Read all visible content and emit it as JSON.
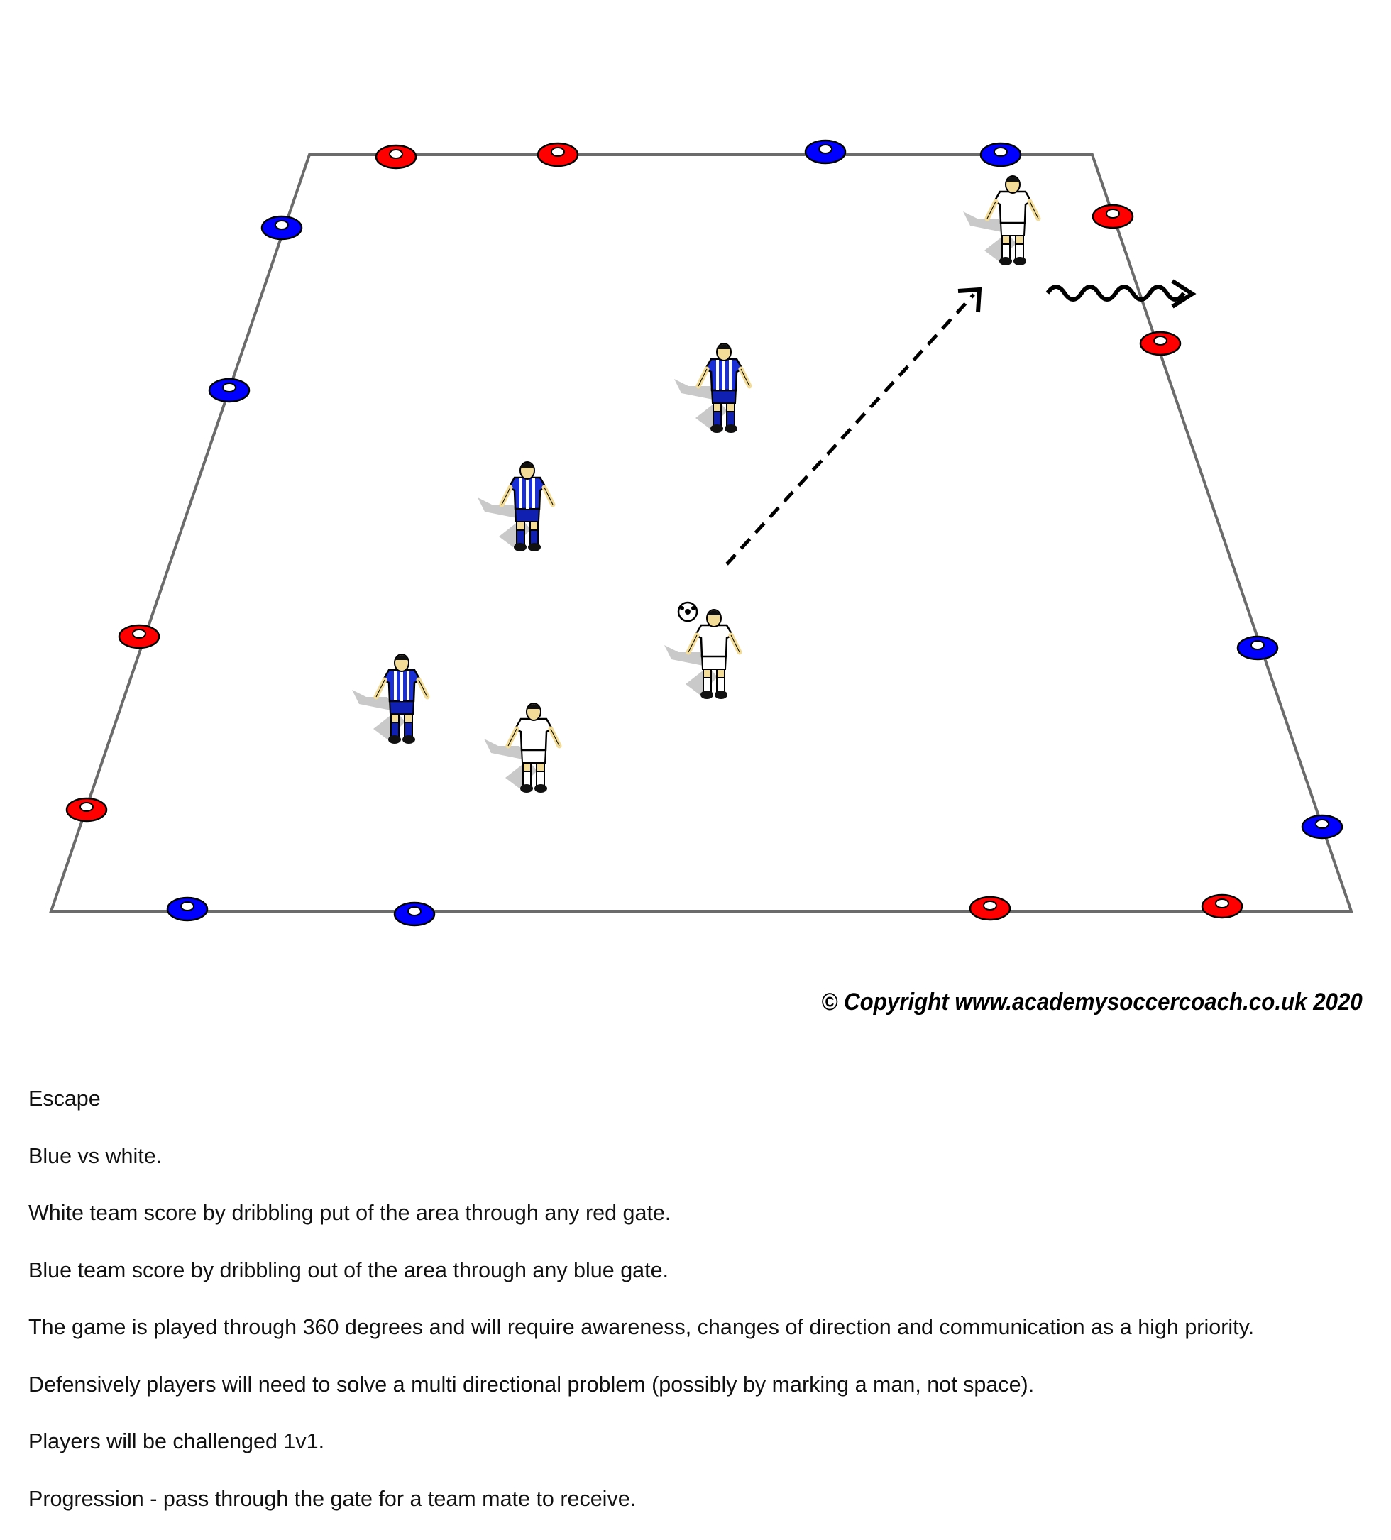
{
  "diagram": {
    "colors": {
      "field_line": "#6b6b6b",
      "red_cone": "#ff0000",
      "blue_cone": "#0000ff",
      "white_team": "#ffffff",
      "blue_team": "#1a2fd6"
    },
    "cones": [
      {
        "color": "red"
      },
      {
        "color": "red"
      },
      {
        "color": "blue"
      },
      {
        "color": "blue"
      },
      {
        "color": "red"
      },
      {
        "color": "red"
      },
      {
        "color": "blue"
      },
      {
        "color": "blue"
      },
      {
        "color": "red"
      },
      {
        "color": "red"
      },
      {
        "color": "blue"
      },
      {
        "color": "blue"
      },
      {
        "color": "red"
      },
      {
        "color": "red"
      },
      {
        "color": "blue"
      },
      {
        "color": "blue"
      }
    ],
    "players": [
      {
        "team": "blue"
      },
      {
        "team": "blue"
      },
      {
        "team": "blue"
      },
      {
        "team": "white"
      },
      {
        "team": "white"
      },
      {
        "team": "white",
        "has_ball": true
      }
    ],
    "arrows": [
      {
        "type": "pass",
        "style": "dashed"
      },
      {
        "type": "dribble",
        "style": "wavy"
      }
    ]
  },
  "copyright": "© Copyright www.academysoccercoach.co.uk 2020",
  "notes": [
    "Escape",
    "Blue vs white.",
    "White team score by dribbling put of the area through any red gate.",
    "Blue team score by dribbling out of the area through any blue gate.",
    "The game is played through 360 degrees and will require awareness, changes of direction and communication as a high priority.",
    "Defensively players will need to solve a multi directional problem (possibly by marking a man, not space).",
    "Players will be challenged 1v1.",
    "Progression - pass through the gate for a team mate to receive."
  ]
}
